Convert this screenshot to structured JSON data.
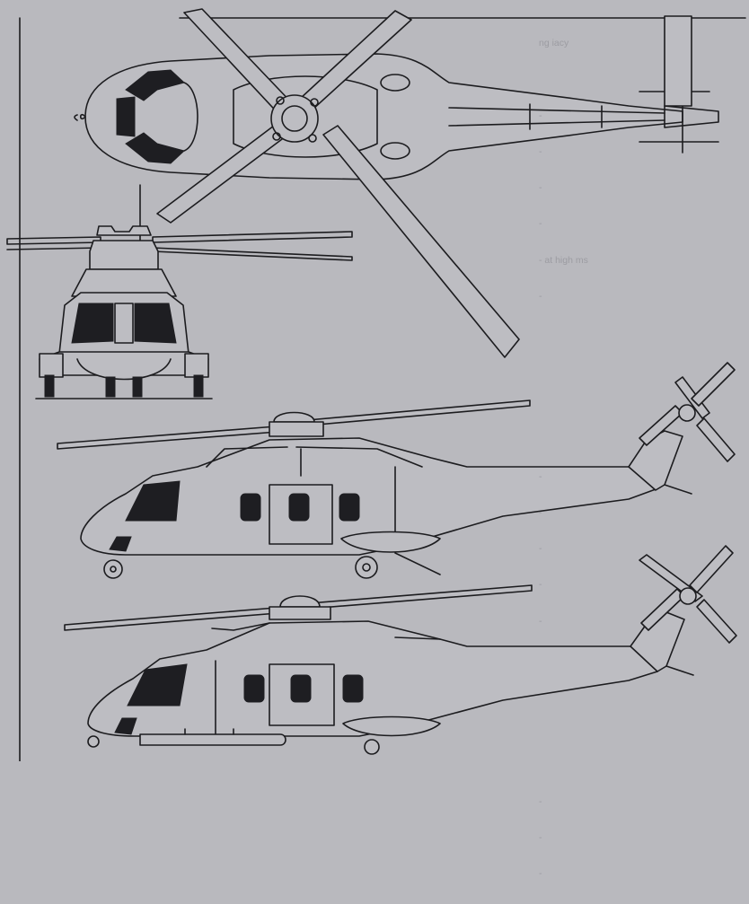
{
  "ghost_text": {
    "header": "ng iacy",
    "right_column": [
      "-",
      "-",
      "-",
      "-",
      "- at high ms",
      "- ",
      "",
      "",
      "",
      "",
      "-",
      "-",
      "-",
      "-",
      "-",
      "",
      "",
      "",
      "",
      "-",
      "-",
      "-"
    ]
  },
  "palette": {
    "paper": "#b9b9be",
    "ink": "#1c1c1f",
    "ghost": "#9c9ca2"
  },
  "views": [
    "top-view",
    "front-view",
    "side-view-upper",
    "side-view-lower"
  ]
}
